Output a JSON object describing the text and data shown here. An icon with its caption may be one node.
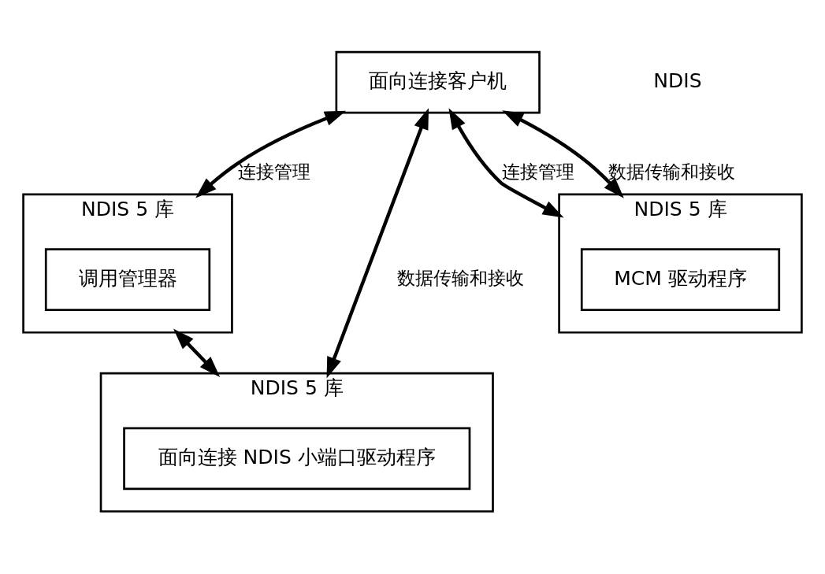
{
  "diagram": {
    "nodes": [
      {
        "text": [
          "面向连接客户机"
        ]
      },
      {
        "text": [
          "NDIS 5 库"
        ]
      },
      {
        "text": [
          "调用管理器"
        ],
        "in": 1
      },
      {
        "text": [
          "NDIS 5 库"
        ]
      },
      {
        "text": [
          "面向连接 NDIS 小端口驱动程序"
        ],
        "in": 3
      },
      {
        "text": [
          "NDIS 5 库"
        ]
      },
      {
        "text": [
          "MCM 驱动程序"
        ],
        "in": 5
      }
    ],
    "edges": [
      {
        "from": 0,
        "to": 1,
        "arrow": "both",
        "label": "连接管理"
      },
      {
        "from": 0,
        "to": 3,
        "arrow": "both",
        "label": "数据传输和接收"
      },
      {
        "from": 1,
        "to": 3,
        "arrow": "both"
      },
      {
        "from": 0,
        "to": 5,
        "arrow": "both",
        "label": "连接管理"
      },
      {
        "from": 0,
        "to": 5,
        "arrow": "both",
        "label": "数据传输和接收"
      }
    ],
    "labels": [
      "NDIS"
    ]
  }
}
